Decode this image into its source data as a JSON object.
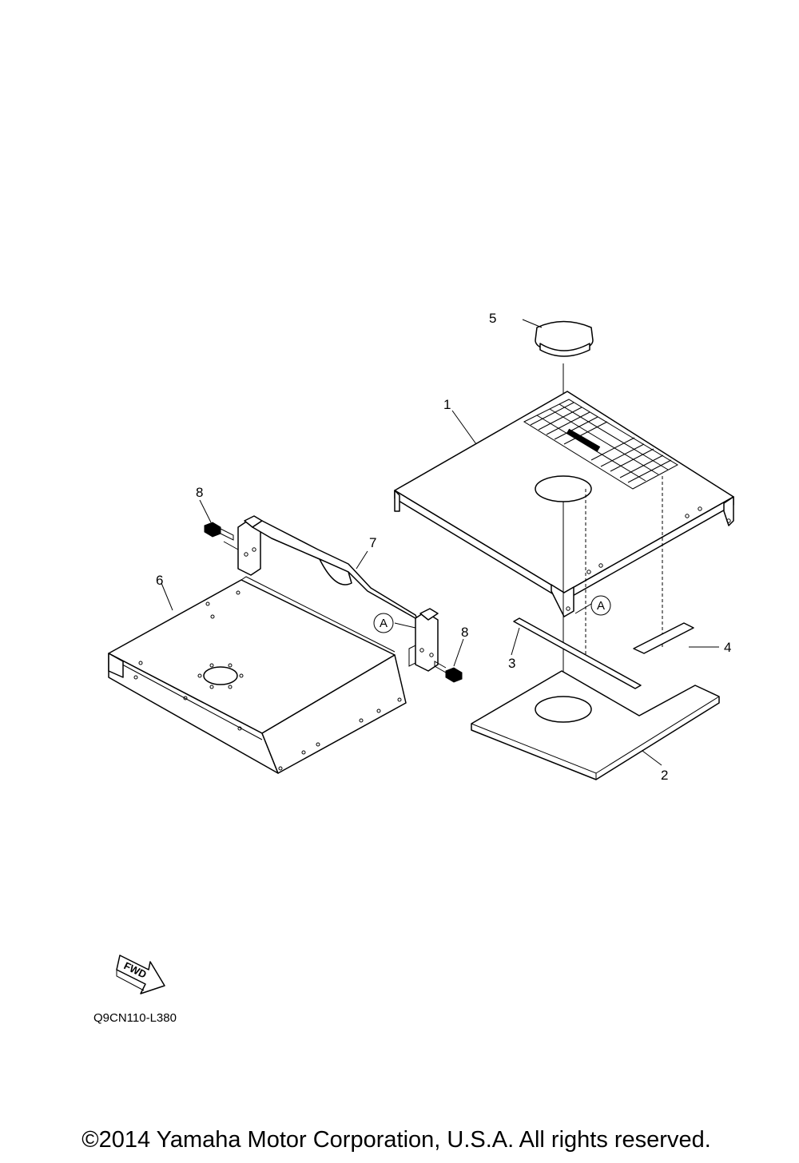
{
  "diagram": {
    "callouts": [
      {
        "id": "1",
        "label": "1"
      },
      {
        "id": "2",
        "label": "2"
      },
      {
        "id": "3",
        "label": "3"
      },
      {
        "id": "4",
        "label": "4"
      },
      {
        "id": "5",
        "label": "5"
      },
      {
        "id": "6",
        "label": "6"
      },
      {
        "id": "7",
        "label": "7"
      },
      {
        "id": "8a",
        "label": "8"
      },
      {
        "id": "8b",
        "label": "8"
      }
    ],
    "reference_marks": [
      {
        "id": "ref-left",
        "label": "A"
      },
      {
        "id": "ref-right",
        "label": "A"
      }
    ],
    "direction_arrow": "FWD",
    "diagram_code": "Q9CN110-L380"
  },
  "footer": {
    "copyright": "©2014 Yamaha Motor Corporation, U.S.A. All rights reserved."
  }
}
